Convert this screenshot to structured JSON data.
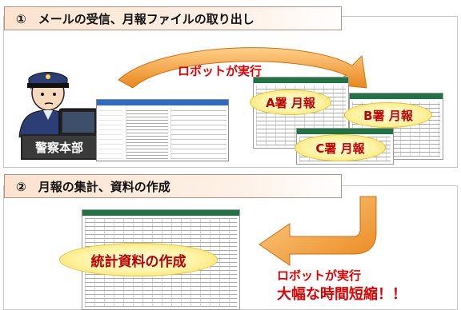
{
  "step1": {
    "title": "①　メールの受信、月報ファイルの取り出し"
  },
  "step2": {
    "title": "②　月報の集計、資料の作成"
  },
  "top": {
    "robot_label": "ロボットが実行",
    "hq_label": "警察本部",
    "files": [
      {
        "label": "A署 月報"
      },
      {
        "label": "B署 月報"
      },
      {
        "label": "C署 月報"
      }
    ]
  },
  "bottom": {
    "result_label": "統計資料の作成",
    "robot_label": "ロボットが実行",
    "time_label": "大幅な時間短縮！！"
  },
  "colors": {
    "arrow": "#f0a030",
    "accent_red": "#e00000",
    "banner": "#fbe3cf",
    "oval": "#fff3a3"
  }
}
